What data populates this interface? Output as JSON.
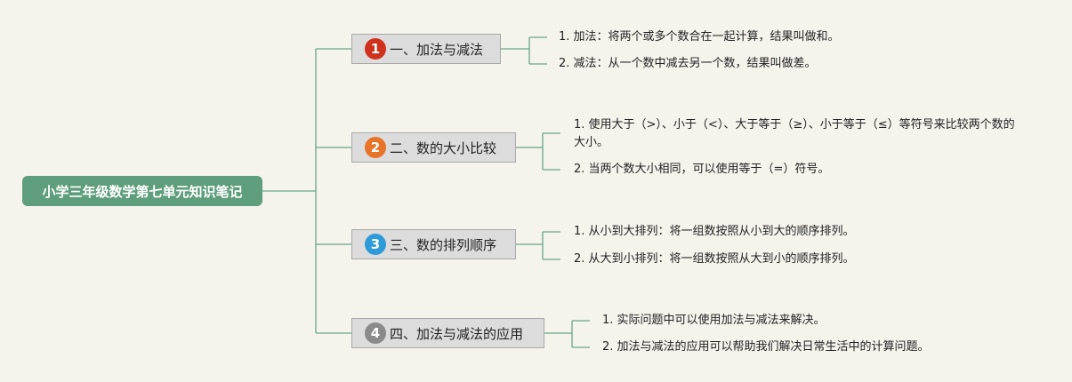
{
  "root": {
    "label": "小学三年级数学第七单元知识笔记"
  },
  "colors": {
    "line": "#6aa58a",
    "root": "#5f9e7c"
  },
  "branches": [
    {
      "number": "1",
      "color": "#d0311d",
      "label": "一、加法与减法",
      "items": [
        "1. 加法：将两个或多个数合在一起计算，结果叫做和。",
        "2. 减法：从一个数中减去另一个数，结果叫做差。"
      ]
    },
    {
      "number": "2",
      "color": "#e8742a",
      "label": "二、数的大小比较",
      "items": [
        "1. 使用大于（>）、小于（<）、大于等于（≥）、小于等于（≤）等符号来比较两个数的大小。",
        "2. 当两个数大小相同，可以使用等于（=）符号。"
      ]
    },
    {
      "number": "3",
      "color": "#2d9ad9",
      "label": "三、数的排列顺序",
      "items": [
        "1. 从小到大排列：将一组数按照从小到大的顺序排列。",
        "2. 从大到小排列：将一组数按照从大到小的顺序排列。"
      ]
    },
    {
      "number": "4",
      "color": "#8a8a8a",
      "label": "四、加法与减法的应用",
      "items": [
        "1. 实际问题中可以使用加法与减法来解决。",
        "2. 加法与减法的应用可以帮助我们解决日常生活中的计算问题。"
      ]
    }
  ]
}
